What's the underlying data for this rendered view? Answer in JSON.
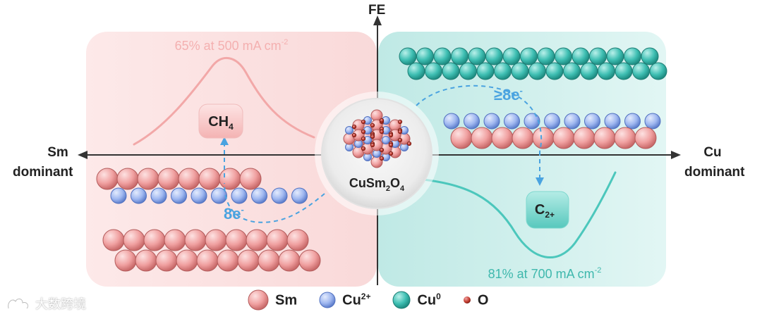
{
  "axes": {
    "y_label": "FE",
    "left_label": [
      "Sm",
      "dominant"
    ],
    "right_label": [
      "Cu",
      "dominant"
    ]
  },
  "left_panel": {
    "peak_label": "65% at 500 mA cm",
    "peak_label_sup": "-2",
    "product": "CH",
    "product_sub": "4",
    "electrons": "8e",
    "electrons_sup": "-"
  },
  "right_panel": {
    "valley_label": "81% at 700 mA cm",
    "valley_label_sup": "-2",
    "product": "C",
    "product_sub": "2+",
    "electrons": "≥8e",
    "electrons_sup": "-"
  },
  "center": {
    "catalyst": [
      "CuSm",
      "2",
      "O",
      "4"
    ]
  },
  "legend": [
    {
      "name": "Sm",
      "sup": "",
      "color": "#ef9a9a"
    },
    {
      "name": "Cu",
      "sup": "2+",
      "color": "#9fb7f0"
    },
    {
      "name": "Cu",
      "sup": "0",
      "color": "#3fbfb3"
    },
    {
      "name": "O",
      "sup": "",
      "color": "#c0392b"
    }
  ],
  "watermark": "大数跨境",
  "colors": {
    "left_bg": "#fbe3e3",
    "right_bg": "#d2f0ee",
    "arrow": "#4aa3e0",
    "left_curve": "#f2a8a8",
    "right_curve": "#4cc7bc"
  }
}
